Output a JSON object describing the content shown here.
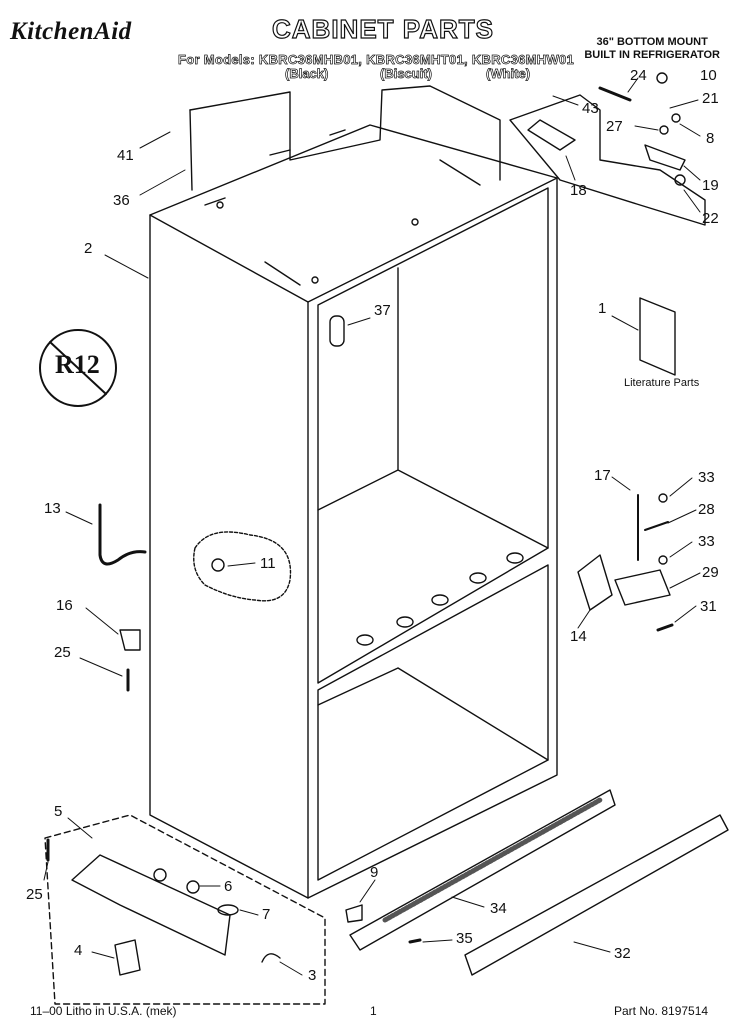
{
  "header": {
    "brand": "KitchenAid",
    "title": "CABINET PARTS",
    "models_line": "For Models: KBRC36MHB01, KBRC36MHT01, KBRC36MHW01",
    "colors": [
      "(Black)",
      "(Biscuit)",
      "(White)"
    ],
    "mount_line1": "36\" BOTTOM MOUNT",
    "mount_line2": "BUILT IN REFRIGERATOR"
  },
  "callouts": {
    "c41": "41",
    "c36": "36",
    "c2": "2",
    "c37": "37",
    "c24": "24",
    "c10": "10",
    "c43": "43",
    "c21": "21",
    "c27": "27",
    "c8": "8",
    "c18": "18",
    "c19": "19",
    "c22": "22",
    "c1": "1",
    "c13": "13",
    "c11": "11",
    "c17": "17",
    "c33a": "33",
    "c28": "28",
    "c33b": "33",
    "c29": "29",
    "c14": "14",
    "c31": "31",
    "c16": "16",
    "c25a": "25",
    "c5": "5",
    "c25b": "25",
    "c6": "6",
    "c7": "7",
    "c9": "9",
    "c34": "34",
    "c4": "4",
    "c35": "35",
    "c3": "3",
    "c32": "32"
  },
  "literature_label": "Literature Parts",
  "r12_text": "R12",
  "footer": {
    "litho": "11–00 Litho in U.S.A. (mek)",
    "page": "1",
    "part_no": "Part No. 8197514"
  }
}
